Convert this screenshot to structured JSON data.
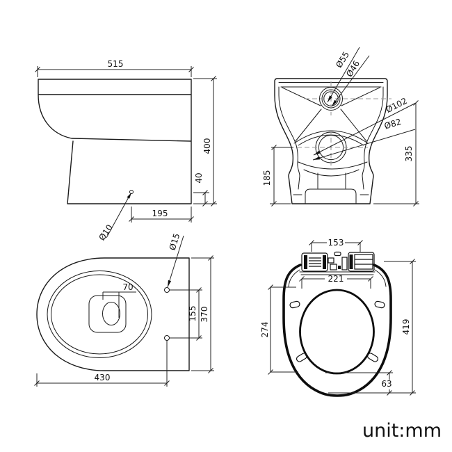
{
  "drawing_title": "toilet-technical-drawing",
  "unit_label": "unit:mm",
  "views": {
    "side": {
      "label": "side-elevation",
      "dims": {
        "overall_width": "515",
        "overall_height": "400",
        "base_step": "40",
        "fixing_hole_offset": "195",
        "fixing_hole_diameter": "Ø10"
      }
    },
    "rear": {
      "label": "rear-elevation",
      "dims": {
        "inlet_outer_diameter": "Ø55",
        "inlet_inner_diameter": "Ø46",
        "outlet_outer_diameter": "Ø102",
        "outlet_inner_diameter": "Ø82",
        "inlet_height": "335",
        "outlet_height": "185"
      }
    },
    "plan": {
      "label": "plan-view",
      "dims": {
        "overall_length": "430",
        "overall_width": "370",
        "fixing_hole_spacing": "155",
        "trap_width": "70",
        "fixing_hole_diameter": "Ø15"
      }
    },
    "seat": {
      "label": "seat-plan",
      "dims": {
        "hinge_spacing": "153",
        "inner_width": "221",
        "inner_length": "274",
        "overall_length": "419",
        "bottom_offset": "63"
      }
    }
  }
}
